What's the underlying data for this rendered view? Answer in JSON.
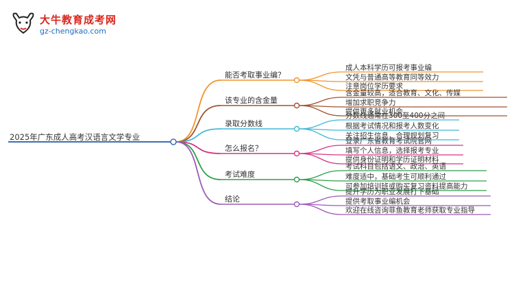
{
  "brand": {
    "name": "大牛教育成考网",
    "url": "gz-chengkao.com",
    "logo_glyph": "大牛"
  },
  "mindmap": {
    "root": "2025年广东成人高考汉语言文学专业",
    "branches": [
      {
        "label": "能否考取事业编？",
        "color": "#f0932b",
        "leaves": [
          "成人本科学历可报考事业编",
          "文凭与普通高等教育同等效力",
          "注意岗位学历要求"
        ]
      },
      {
        "label": "该专业的含金量",
        "color": "#a0522d",
        "leaves": [
          "含金量较高，适合教育、文化、传媒",
          "增加求职竞争力",
          "提供更多就业机会"
        ]
      },
      {
        "label": "录取分数线",
        "color": "#3fb8d8",
        "leaves": [
          "分数线通常在300至400分之间",
          "根据考试情况和报考人数变化",
          "关注招生信息，合理规划复习"
        ]
      },
      {
        "label": "怎么报名？",
        "color": "#d63384",
        "leaves": [
          "登录广东省教育考试院官网",
          "填写个人信息，选择报考专业",
          "提供身份证明和学历证明材料"
        ]
      },
      {
        "label": "考试难度",
        "color": "#2e9e4a",
        "leaves": [
          "考试科目包括语文、政治、英语",
          "难度适中，基础考生可顺利通过",
          "可参加培训班或购买复习资料提高能力"
        ]
      },
      {
        "label": "结论",
        "color": "#9b59b6",
        "leaves": [
          "提升学历为职业发展打下基础",
          "提供考取事业编机会",
          "欢迎在线咨询菲鱼教育老师获取专业指导"
        ]
      }
    ]
  }
}
